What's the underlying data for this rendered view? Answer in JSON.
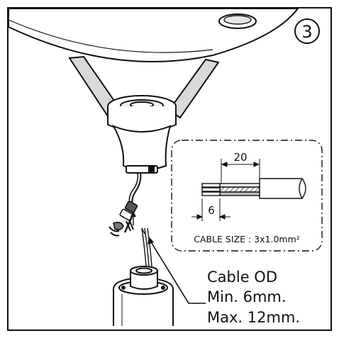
{
  "step": {
    "number": "3"
  },
  "detail": {
    "strip_length": "20",
    "insulation_strip": "6",
    "cable_size": "CABLE SIZE : 3x1.0mm²"
  },
  "cable_spec": {
    "line1": "Cable OD",
    "line2": "Min. 6mm.",
    "line3": "Max. 12mm."
  }
}
